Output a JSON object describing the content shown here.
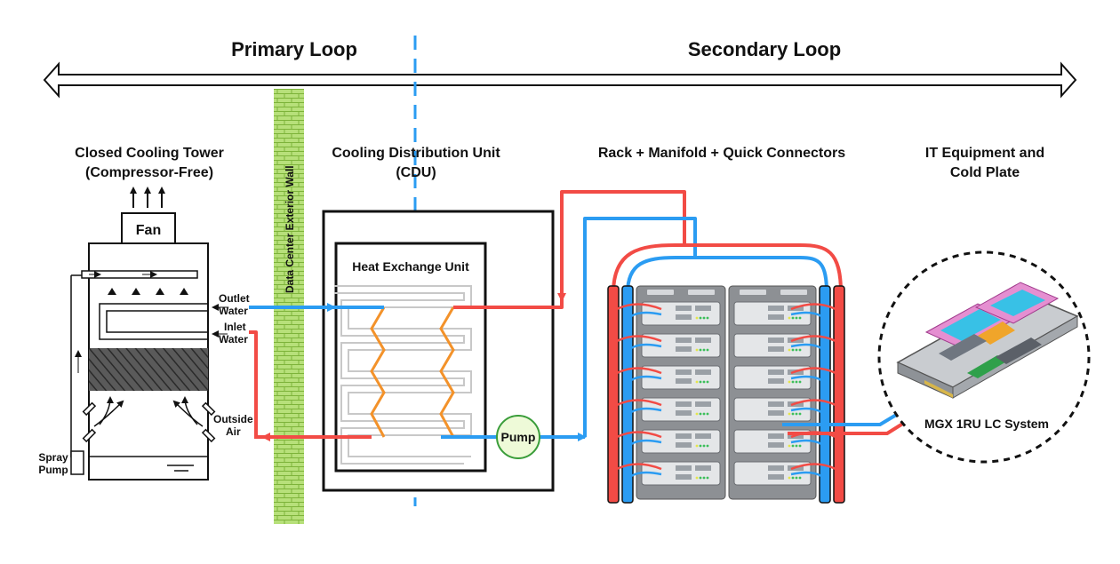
{
  "loops": {
    "primary": "Primary Loop",
    "secondary": "Secondary Loop"
  },
  "tower": {
    "title_line1": "Closed Cooling Tower",
    "title_line2": "(Compressor-Free)",
    "fan": "Fan",
    "outlet_line1": "Outlet",
    "outlet_line2": "Water",
    "inlet_line1": "Inlet",
    "inlet_line2": "Water",
    "outside_line1": "Outside",
    "outside_line2": "Air",
    "spray_line1": "Spray",
    "spray_line2": "Pump"
  },
  "wall_label": "Data Center Exterior Wall",
  "cdu": {
    "title_line1": "Cooling Distribution Unit",
    "title_line2": "(CDU)",
    "hx": "Heat Exchange Unit",
    "pump": "Pump"
  },
  "rack": {
    "title": "Rack + Manifold + Quick Connectors"
  },
  "it": {
    "title_line1": "IT Equipment and",
    "title_line2": "Cold Plate",
    "system": "MGX 1RU LC System"
  },
  "colors": {
    "hot_pipe": "#f24b45",
    "cold_pipe": "#2b9cf2",
    "coil": "#f3922a",
    "wall": "#b7e07a",
    "pump_fill": "#eefad8",
    "pump_stroke": "#3a9d3a",
    "divider": "#2b9cf2"
  }
}
